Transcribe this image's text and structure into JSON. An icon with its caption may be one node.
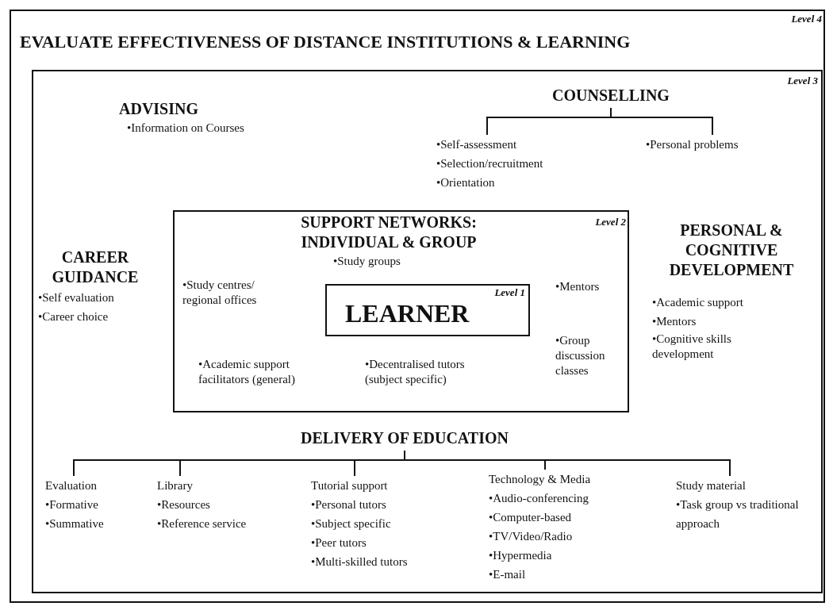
{
  "diagram": {
    "nodes": [
      {
        "text": [
          "Level 4",
          "EVALUATE EFFECTIVENESS OF DISTANCE INSTITUTIONS & LEARNING"
        ]
      },
      {
        "text": [
          "Level 3"
        ],
        "in": 0
      },
      {
        "text": [
          "COUNSELLING"
        ],
        "in": 1
      },
      {
        "text": [
          "•Self-assessment",
          "•Selection/recruitment",
          "•Orientation"
        ],
        "in": 1
      },
      {
        "text": [
          "•Personal problems"
        ],
        "in": 1
      },
      {
        "text": [
          "Level 2",
          "SUPPORT NETWORKS: INDIVIDUAL & GROUP",
          "•Study groups",
          "•Study centres/ regional offices",
          "•Mentors",
          "•Group discussion classes",
          "•Academic support facilitators (general)",
          "•Decentralised tutors (subject specific)"
        ],
        "in": 1
      },
      {
        "text": [
          "Level 1",
          "LEARNER"
        ],
        "in": 5
      },
      {
        "text": [
          "DELIVERY OF EDUCATION"
        ],
        "in": 1
      },
      {
        "text": [
          "Evaluation",
          "•Formative",
          "•Summative"
        ],
        "in": 1
      },
      {
        "text": [
          "Library",
          "•Resources",
          "•Reference service"
        ],
        "in": 1
      },
      {
        "text": [
          "Tutorial support",
          "•Personal tutors",
          "•Subject specific",
          "•Peer tutors",
          "•Multi-skilled tutors"
        ],
        "in": 1
      },
      {
        "text": [
          "Technology & Media",
          "•Audio-conferencing",
          "•Computer-based",
          "•TV/Video/Radio",
          "•Hypermedia",
          "•E-mail"
        ],
        "in": 1
      },
      {
        "text": [
          "Study material",
          "•Task group vs traditional approach"
        ],
        "in": 1
      }
    ],
    "edges": [
      {
        "from": 2,
        "to": 3,
        "arrow": "none"
      },
      {
        "from": 2,
        "to": 4,
        "arrow": "none"
      },
      {
        "from": 7,
        "to": 8,
        "arrow": "none"
      },
      {
        "from": 7,
        "to": 9,
        "arrow": "none"
      },
      {
        "from": 7,
        "to": 10,
        "arrow": "none"
      },
      {
        "from": 7,
        "to": 11,
        "arrow": "none"
      },
      {
        "from": 7,
        "to": 12,
        "arrow": "none"
      }
    ],
    "labels": [
      "ADVISING",
      "•Information on Courses",
      "CAREER GUIDANCE",
      "•Self evaluation",
      "•Career choice",
      "PERSONAL & COGNITIVE DEVELOPMENT",
      "•Academic support",
      "•Mentors",
      "•Cognitive skills development"
    ]
  }
}
